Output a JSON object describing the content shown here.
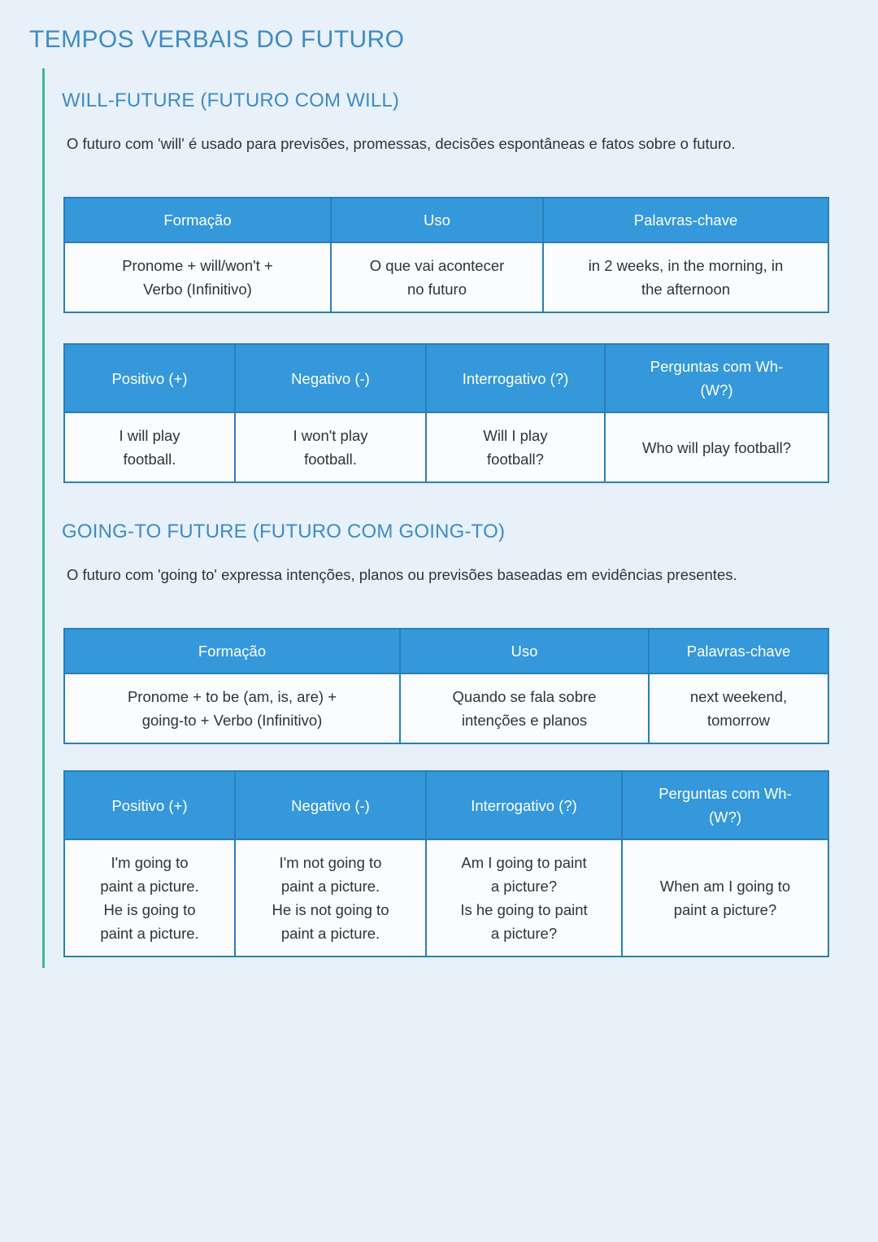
{
  "page": {
    "title": "TEMPOS VERBAIS DO FUTURO",
    "background_color": "#e8f0fa",
    "accent_rail_color": "#3bb79a",
    "heading_color": "#3e8cc4",
    "table_header_color": "#3498db",
    "table_border_color": "#2a7fb8",
    "cell_background_color": "#fafcfe",
    "body_text_color": "#2f3437"
  },
  "sections": [
    {
      "id": "will-future",
      "heading": "WILL-FUTURE (FUTURO COM WILL)",
      "description": "O futuro com 'will' é usado para previsões, promessas, decisões espontâneas e fatos sobre o futuro.",
      "overview_table": {
        "headers": [
          "Formação",
          "Uso",
          "Palavras-chave"
        ],
        "rows": [
          [
            "Pronome + will/won't +\nVerbo (Infinitivo)",
            "O que vai acontecer\nno futuro",
            "in 2 weeks, in the morning, in\nthe afternoon"
          ]
        ]
      },
      "forms_table": {
        "headers": [
          "Positivo (+)",
          "Negativo (-)",
          "Interrogativo (?)",
          "Perguntas com Wh-\n(W?)"
        ],
        "rows": [
          [
            "I will play\nfootball.",
            "I won't play\nfootball.",
            "Will I play\nfootball?",
            "Who will play football?"
          ]
        ]
      }
    },
    {
      "id": "going-to-future",
      "heading": "GOING-TO FUTURE (FUTURO COM GOING-TO)",
      "description": "O futuro com 'going to' expressa intenções, planos ou previsões baseadas em evidências presentes.",
      "overview_table": {
        "headers": [
          "Formação",
          "Uso",
          "Palavras-chave"
        ],
        "rows": [
          [
            "Pronome + to be (am, is, are) +\ngoing-to + Verbo (Infinitivo)",
            "Quando se fala sobre\nintenções e planos",
            "next weekend,\ntomorrow"
          ]
        ]
      },
      "forms_table": {
        "headers": [
          "Positivo (+)",
          "Negativo (-)",
          "Interrogativo (?)",
          "Perguntas com Wh-\n(W?)"
        ],
        "rows": [
          [
            "I'm going to\npaint a picture.\nHe is going to\npaint a picture.",
            "I'm not going to\npaint a picture.\nHe is not going to\npaint a picture.",
            "Am I going to paint\na picture?\nIs he going to paint\na picture?",
            "When am I going to\npaint a picture?"
          ]
        ]
      }
    }
  ]
}
